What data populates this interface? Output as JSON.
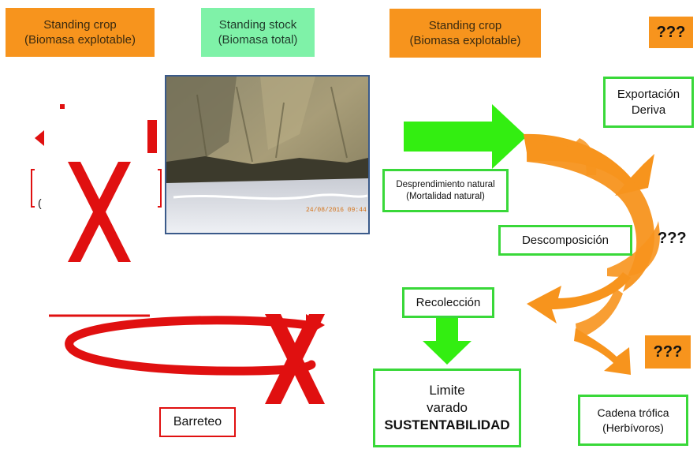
{
  "labels": {
    "crop_left_line1": "Standing crop",
    "crop_left_line2": "(Biomasa explotable)",
    "stock_line1": "Standing stock",
    "stock_line2": "(Biomasa total)",
    "crop_right_line1": "Standing crop",
    "crop_right_line2": "(Biomasa explotable)",
    "q_top": "???",
    "q_mid": "???",
    "q_bottom": "???",
    "export_line1": "Exportación",
    "export_line2": "Deriva",
    "desprend_line1": "Desprendimiento natural",
    "desprend_line2": "(Mortalidad natural)",
    "descomp": "Descomposición",
    "recoleccion": "Recolección",
    "limite_line1": "Limite",
    "limite_line2": "varado",
    "limite_line3": "SUSTENTABILIDAD",
    "cadena_line1": "Cadena trófica",
    "cadena_line2": "(Herbívoros)",
    "barreteo": "Barreteo",
    "photo_timestamp": "24/08/2016 09:44"
  },
  "colors": {
    "orange_fill": "#f7941d",
    "mint_fill": "#7ff2a8",
    "green_arrow": "#33ee11",
    "green_border": "#39d839",
    "red_cross": "#e01010"
  }
}
